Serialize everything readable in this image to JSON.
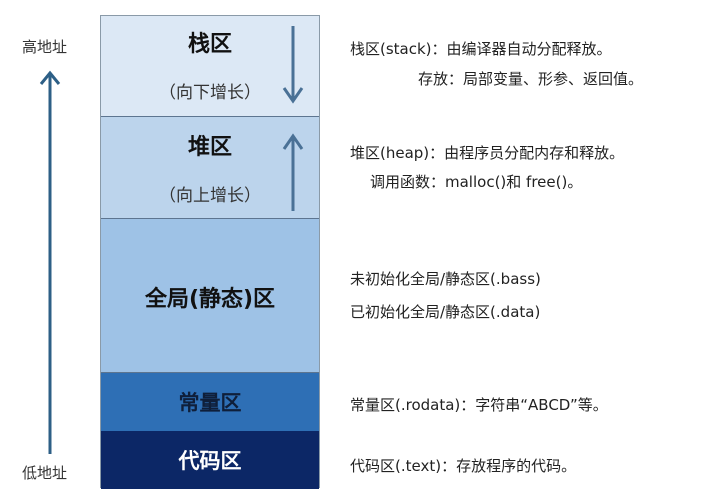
{
  "address": {
    "high": "高地址",
    "low": "低地址",
    "arrow_color": "#2d5f86"
  },
  "segments": [
    {
      "id": "stack",
      "title": "栈区",
      "subtitle": "（向下增长）",
      "growth": "down",
      "color": "#dce8f5"
    },
    {
      "id": "heap",
      "title": "堆区",
      "subtitle": "（向上增长）",
      "growth": "up",
      "color": "#bcd4ec"
    },
    {
      "id": "global",
      "title": "全局(静态)区",
      "color": "#9ec2e6"
    },
    {
      "id": "const",
      "title": "常量区",
      "color": "#2e6fb5"
    },
    {
      "id": "code",
      "title": "代码区",
      "color": "#0c2766"
    }
  ],
  "descriptions": {
    "stack_1": "栈区(stack)：由编译器自动分配释放。",
    "stack_2": "存放：局部变量、形参、返回值。",
    "heap_1": "堆区(heap)：由程序员分配内存和释放。",
    "heap_2": "调用函数：malloc()和 free()。",
    "global_1": "未初始化全局/静态区(.bass)",
    "global_2": "已初始化全局/静态区(.data)",
    "const_1": "常量区(.rodata)：字符串“ABCD”等。",
    "code_1": "代码区(.text)：存放程序的代码。"
  }
}
